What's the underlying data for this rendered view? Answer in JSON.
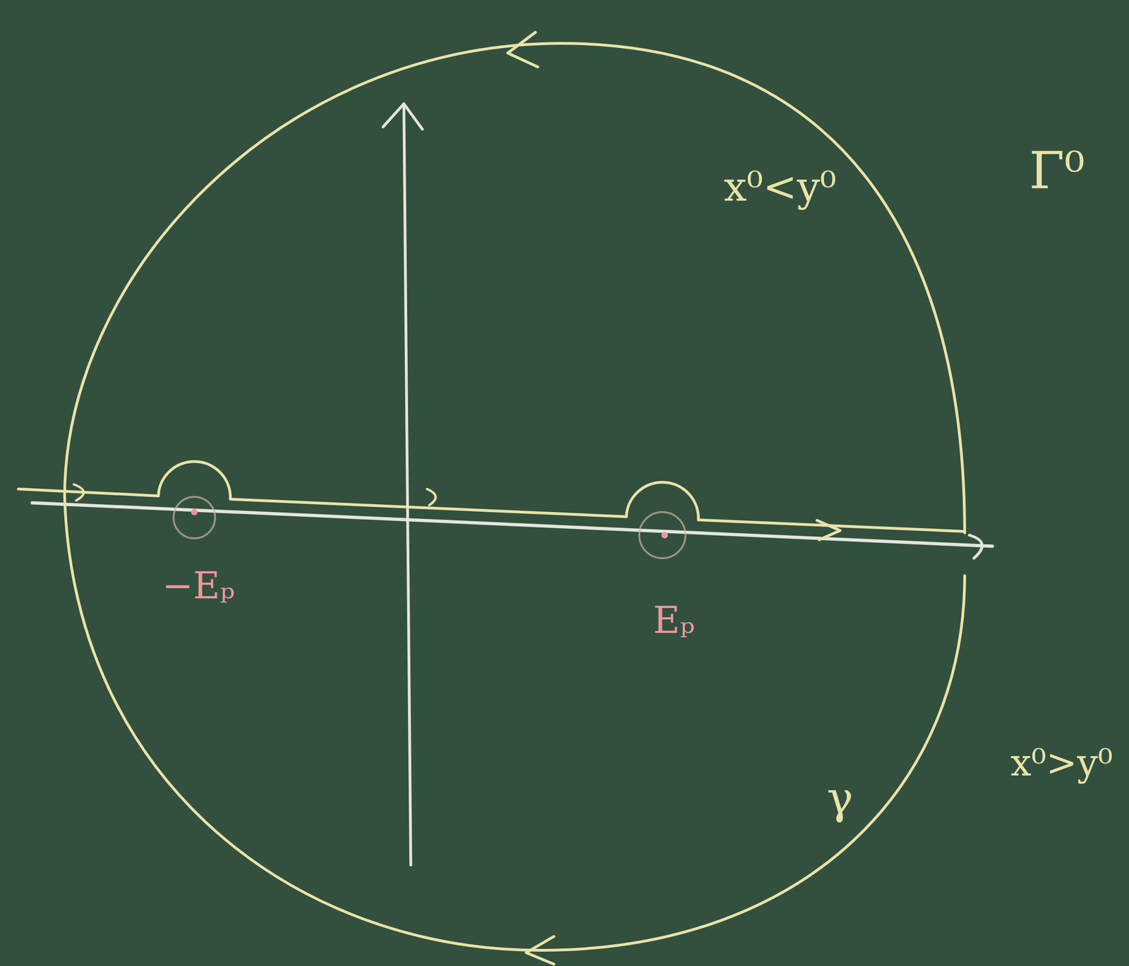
{
  "diagram": {
    "labels": [
      "x⁰<y⁰",
      "Γ⁰",
      "−Eₚ",
      "Eₚ",
      "x⁰>y⁰",
      "γ"
    ]
  }
}
